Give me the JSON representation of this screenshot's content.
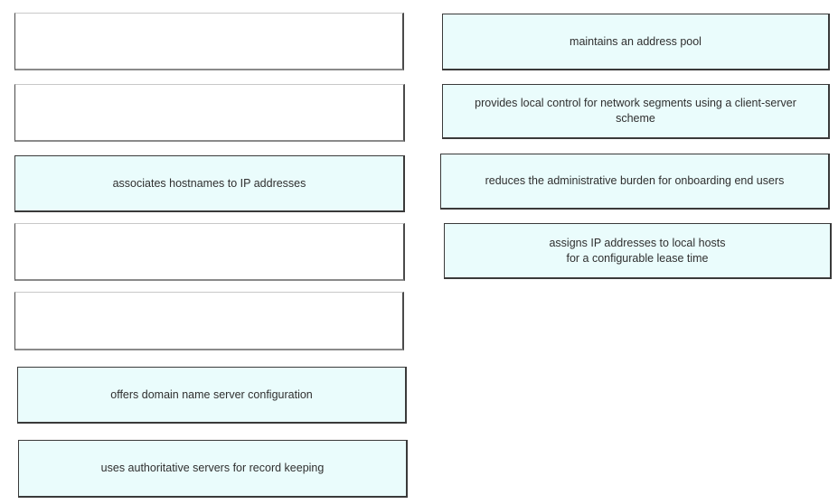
{
  "targets": [
    {
      "label": ""
    },
    {
      "label": ""
    },
    {
      "label": "associates hostnames to IP addresses"
    },
    {
      "label": ""
    },
    {
      "label": ""
    },
    {
      "label": "offers domain name server configuration"
    },
    {
      "label": "uses authoritative servers for record keeping"
    }
  ],
  "options": [
    {
      "label": "maintains an address pool"
    },
    {
      "label": "provides local control for network segments using a client-server\nscheme"
    },
    {
      "label": "reduces the administrative burden for onboarding end users"
    },
    {
      "label": "assigns IP addresses to local hosts\nfor a configurable lease time"
    }
  ]
}
